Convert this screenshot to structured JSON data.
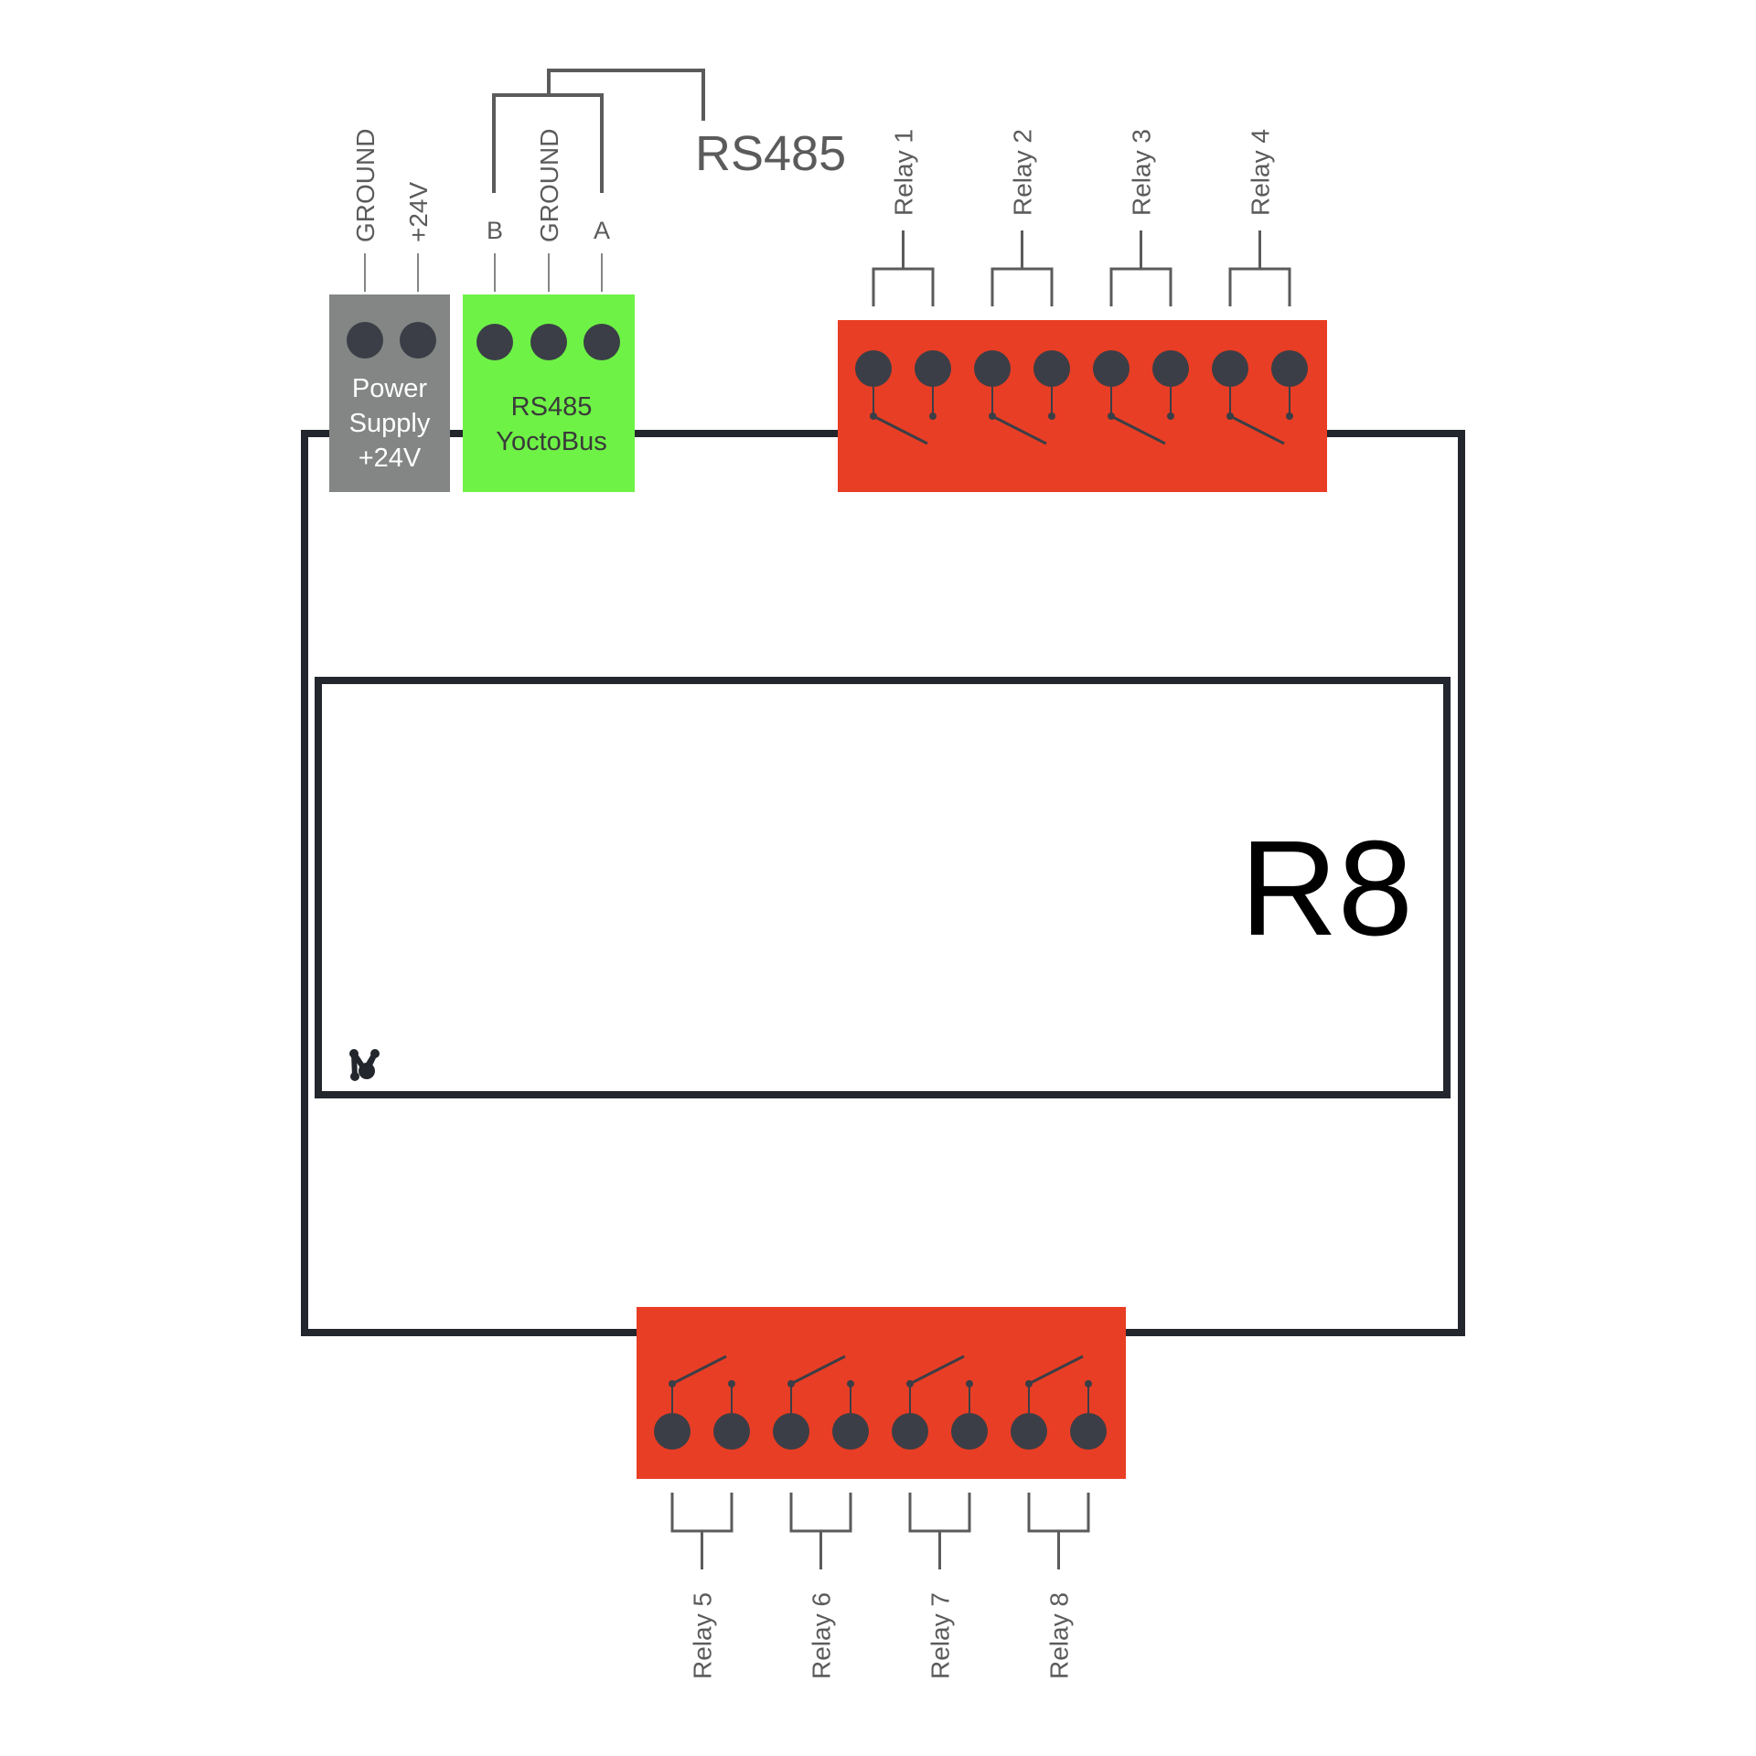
{
  "colors": {
    "frame": "#23262d",
    "power_block": "#838684",
    "bus_block": "#6ef246",
    "relay_block": "#e83e25",
    "terminal": "#3b3e46",
    "wire": "#5b5b5b"
  },
  "module": {
    "name": "R8"
  },
  "power": {
    "label_lines": [
      "Power",
      "Supply",
      "+24V"
    ],
    "pins": [
      "GROUND",
      "+24V"
    ]
  },
  "bus": {
    "label_lines": [
      "RS485",
      "YoctoBus"
    ],
    "pins": [
      "B",
      "GROUND",
      "A"
    ],
    "group_label": "RS485"
  },
  "relays_top": [
    "Relay 1",
    "Relay 2",
    "Relay 3",
    "Relay 4"
  ],
  "relays_bottom": [
    "Relay 5",
    "Relay 6",
    "Relay 7",
    "Relay 8"
  ],
  "logo": {
    "icon": "brand-logo-icon"
  }
}
